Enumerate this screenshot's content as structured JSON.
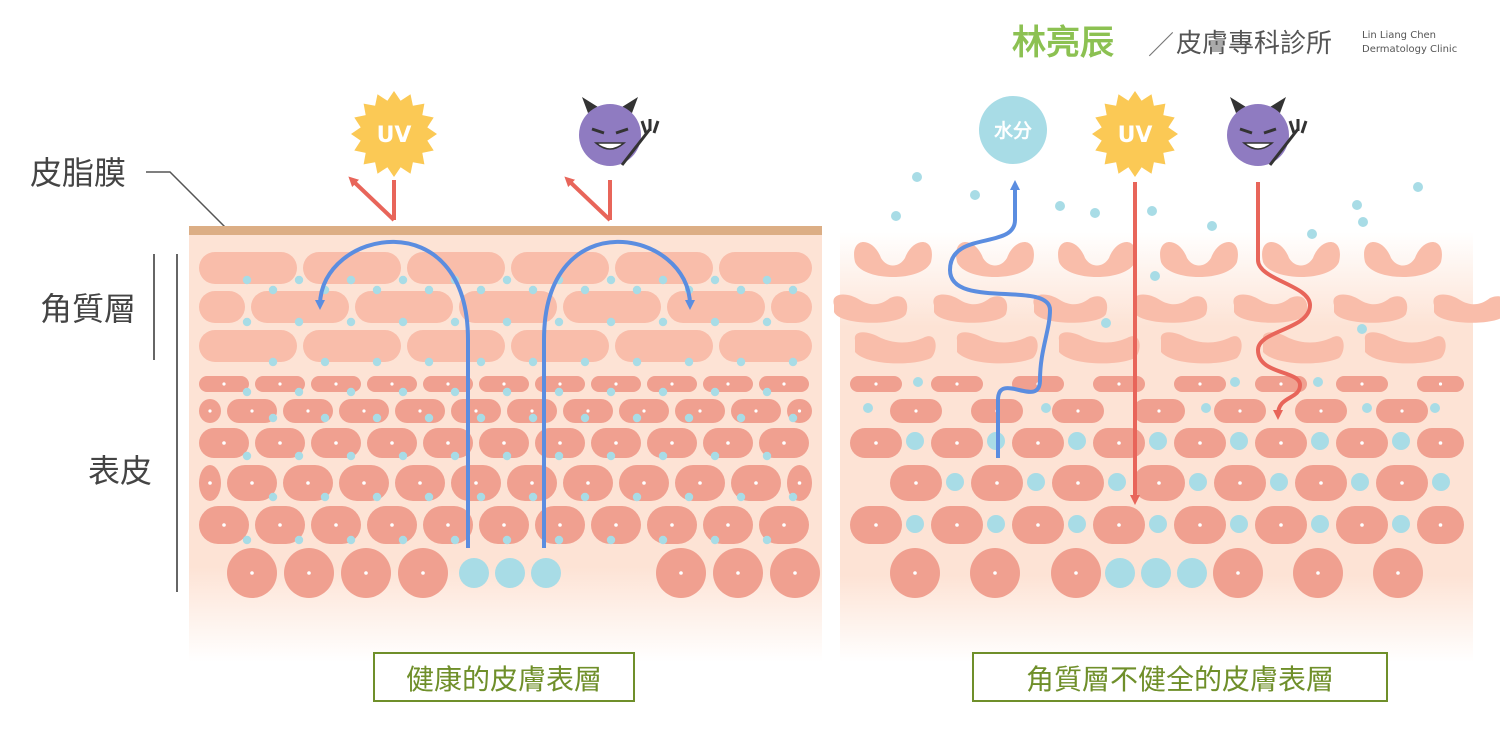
{
  "brand": {
    "name": "林亮辰",
    "slash": "／",
    "subtitle": "皮膚專科診所",
    "english_line1": "Lin Liang Chen",
    "english_line2": "Dermatology Clinic"
  },
  "labels": {
    "sebum_film": "皮脂膜",
    "stratum_corneum": "角質層",
    "epidermis": "表皮"
  },
  "badges": {
    "uv": "UV",
    "water": "水分",
    "pathogen": "devil-icon"
  },
  "captions": {
    "healthy": "健康的皮膚表層",
    "unhealthy": "角質層不健全的皮膚表層"
  },
  "colors": {
    "brand_green": "#8cc152",
    "caption_green": "#6f8f2a",
    "sebum": "#dcae85",
    "skin_bg": "#fde3d5",
    "cell_light": "#f9bdaa",
    "cell_dark": "#f0a090",
    "water_dot": "#a8dce6",
    "blue_arrow": "#5b8de0",
    "red_arrow": "#e8655a",
    "sun": "#fbc955",
    "devil": "#8f7bc1"
  }
}
